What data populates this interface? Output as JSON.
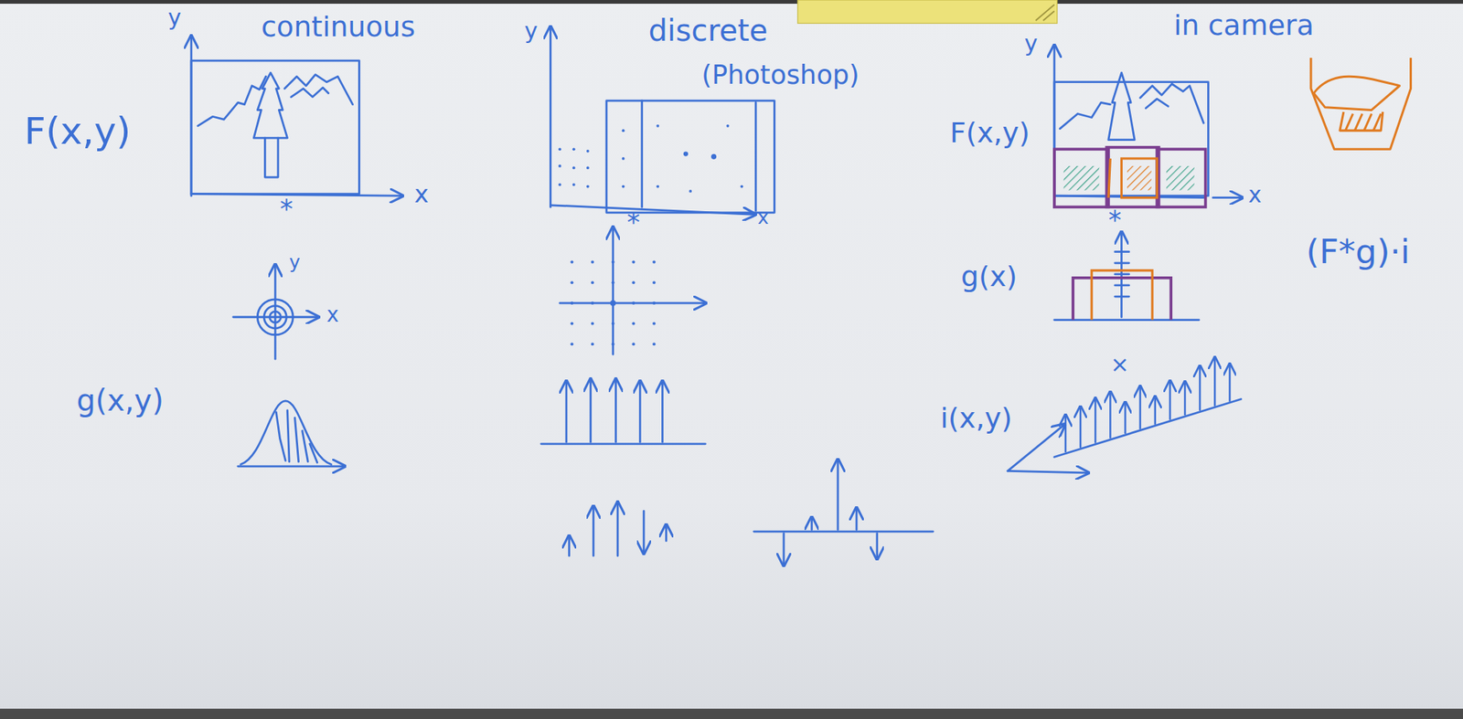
{
  "diagram": {
    "labels": [
      "y",
      "continuous",
      "F(x,y)",
      "*",
      "x",
      "y",
      "x",
      "g(x,y)",
      "y",
      "discrete",
      "(Photoshop)",
      "*",
      "x",
      "in camera",
      "y",
      "F(x,y)",
      "x",
      "*",
      "g(x)",
      "(F*g)·i",
      "×",
      "i(x,y)"
    ]
  }
}
